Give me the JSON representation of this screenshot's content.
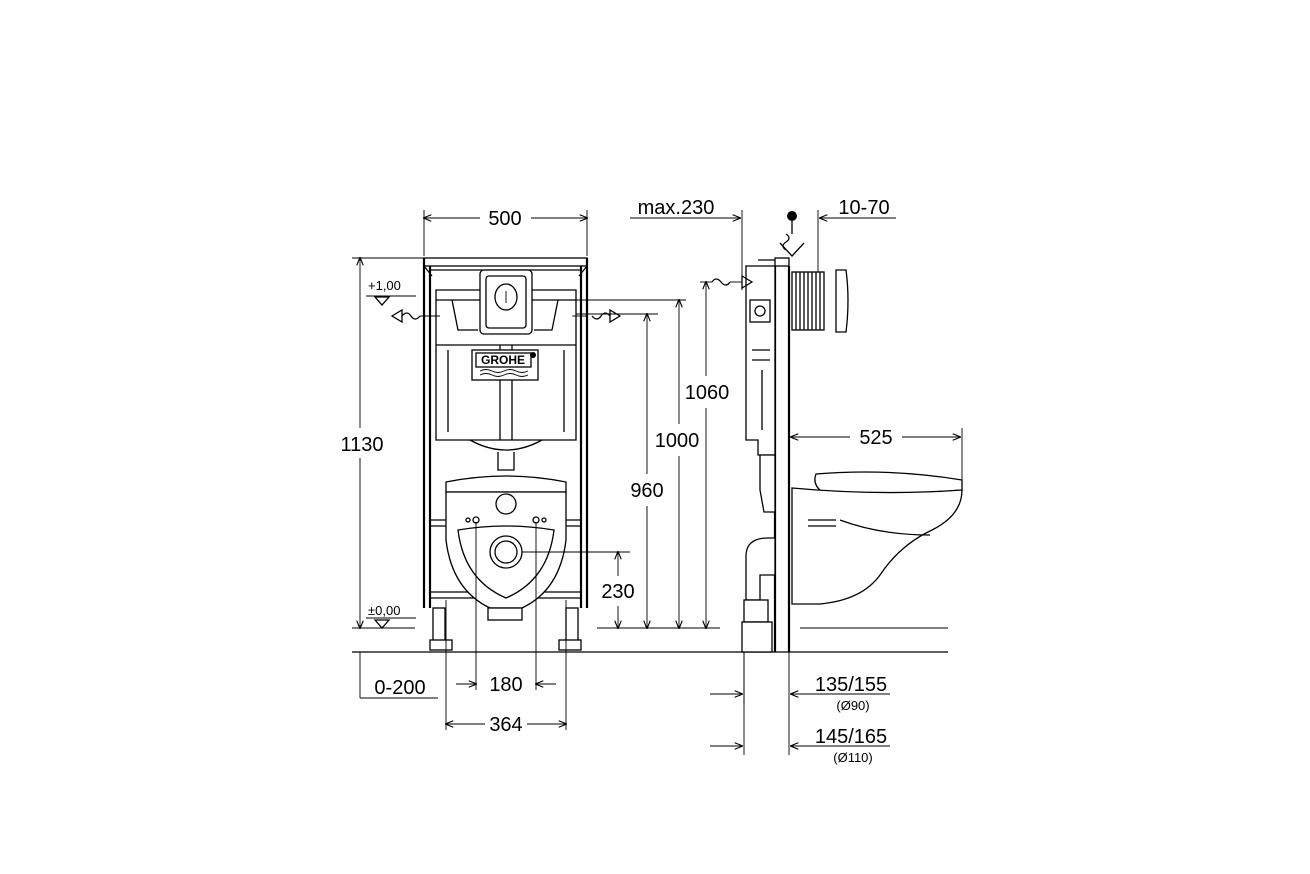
{
  "brand": "GROHE",
  "front_view": {
    "width_top": "500",
    "level_top": "+1,00",
    "level_floor": "±0,00",
    "height_total": "1130",
    "height_1000": "1000",
    "height_960": "960",
    "height_230": "230",
    "height_1060": "1060",
    "offset_floor": "0-200",
    "bolt_spacing": "180",
    "outer_spacing": "364"
  },
  "side_view": {
    "max_depth": "max.230",
    "wall_range": "10-70",
    "projection": "525",
    "drain_1": "135/155",
    "drain_1_dia": "(Ø90)",
    "drain_2": "145/165",
    "drain_2_dia": "(Ø110)"
  }
}
